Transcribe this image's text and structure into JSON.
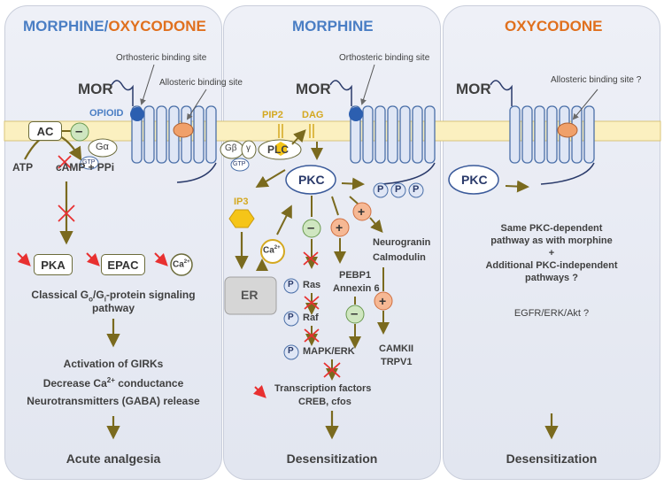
{
  "panels": {
    "left": {
      "title_part1": "MORPHINE",
      "title_sep": "/",
      "title_part2": "OXYCODONE",
      "ortho_label": "Orthosteric binding site",
      "allo_label": "Allosteric binding site",
      "receptor": "MOR",
      "opioid": "OPIOID",
      "ac": "AC",
      "ga": "Gα",
      "gtp": "GTP",
      "atp": "ATP",
      "camp": "cAMP + PPi",
      "pka": "PKA",
      "epac": "EPAC",
      "ca": "Ca",
      "ca_sup": "2+",
      "classical_1a": "Classical G",
      "classical_sub1": "o",
      "classical_1b": "/G",
      "classical_sub2": "i",
      "classical_1c": "-protein signaling",
      "classical_2": "pathway",
      "girk": "Activation of GIRKs",
      "ca_cond_a": "Decrease Ca",
      "ca_cond_sup": "2+",
      "ca_cond_b": " conductance",
      "neuro": "Neurotransmitters (GABA) release",
      "outcome": "Acute analgesia"
    },
    "middle": {
      "title": "MORPHINE",
      "ortho_label": "Orthosteric binding site",
      "receptor": "MOR",
      "pip2": "PIP2",
      "dag": "DAG",
      "gb": "Gβ",
      "gg": "γ",
      "gtp": "GTP",
      "plc": "PLC",
      "pkc": "PKC",
      "p": "P",
      "ip3": "IP3",
      "ca": "Ca",
      "ca_sup": "2+",
      "er": "ER",
      "ras": "Ras",
      "raf": "Raf",
      "mapk": "MAPK/ERK",
      "pebp1": "PEBP1",
      "annexin": "Annexin 6",
      "neurogranin": "Neurogranin",
      "calmodulin": "Calmodulin",
      "camkii": "CAMKII",
      "trpv1": "TRPV1",
      "tf1": "Transcription factors",
      "tf2": "CREB, cfos",
      "outcome": "Desensitization"
    },
    "right": {
      "title": "OXYCODONE",
      "allo_label": "Allosteric binding site ?",
      "receptor": "MOR",
      "pkc": "PKC",
      "same1": "Same PKC-dependent",
      "same2": "pathway as with morphine",
      "plus": "+",
      "add1": "Additional PKC-independent",
      "add2": "pathways ?",
      "egfr": "EGFR/ERK/Akt ?",
      "outcome": "Desensitization"
    }
  },
  "symbols": {
    "minus": "–",
    "plus": "+"
  },
  "colors": {
    "morphine_blue": "#4a7ec4",
    "oxycodone_orange": "#e0701e",
    "arrow": "#7a6a1e",
    "membrane": "#fbf0c0",
    "inhibit": "#e83030",
    "minus_fill": "#cfe6c0",
    "plus_fill": "#f6b894"
  }
}
